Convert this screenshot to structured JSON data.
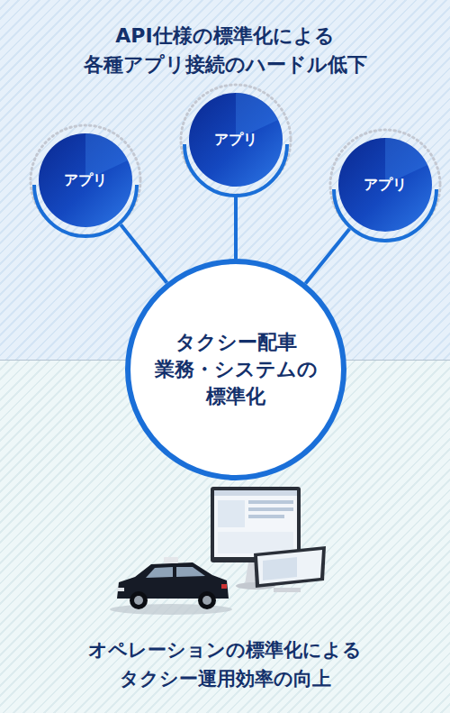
{
  "diagram": {
    "title": "API仕様の標準化による 各種アプリ接続のハードル低下",
    "caption": "オペレーションの標準化による タクシー運用効率の向上",
    "nodes": [
      {
        "text": [
          "アプリ"
        ]
      },
      {
        "text": [
          "アプリ"
        ]
      },
      {
        "text": [
          "アプリ"
        ]
      },
      {
        "text": [
          "タクシー配車 業務・システムの 標準化"
        ]
      }
    ],
    "edges": [
      {
        "from": 3,
        "to": 0,
        "arrow": "none"
      },
      {
        "from": 3,
        "to": 1,
        "arrow": "none"
      },
      {
        "from": 3,
        "to": 2,
        "arrow": "none"
      }
    ]
  }
}
